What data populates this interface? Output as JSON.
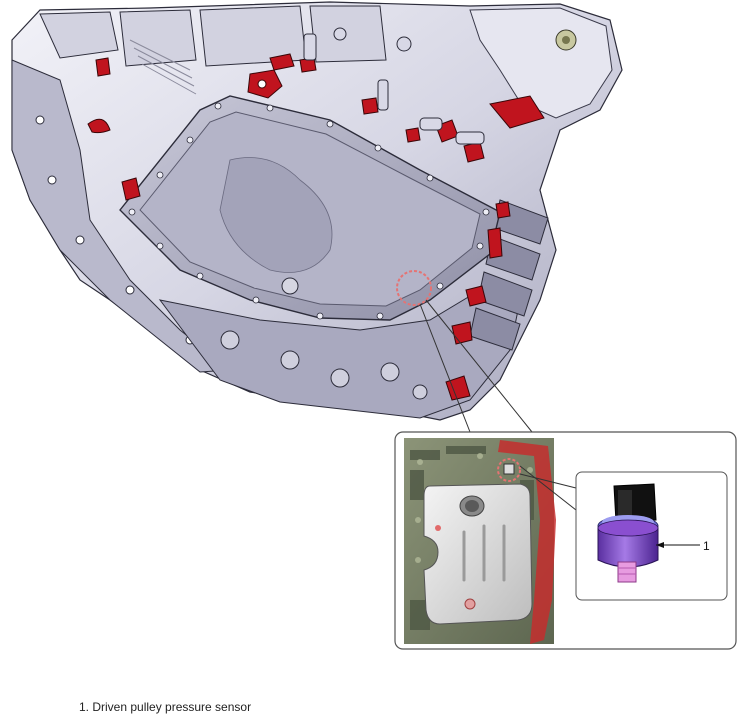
{
  "diagram": {
    "callout_number": "1",
    "caption": "1. Driven pulley pressure sensor",
    "colors": {
      "housing": "#dcdce8",
      "housing_shadow": "#9a9aae",
      "housing_dark": "#4a4a5c",
      "highlight_red": "#c0141e",
      "dashed_circle": "#e57373",
      "sensor_body": "#8a4fd0",
      "sensor_pin": "#e79be0",
      "sensor_ring": "#6f6fd8",
      "connector_black": "#111111",
      "photo_green": "#6a7a58",
      "photo_red": "#c42e2e"
    },
    "icons": [
      "transmission-assembly-illustration",
      "valve-body-photo",
      "pressure-sensor-illustration"
    ]
  }
}
